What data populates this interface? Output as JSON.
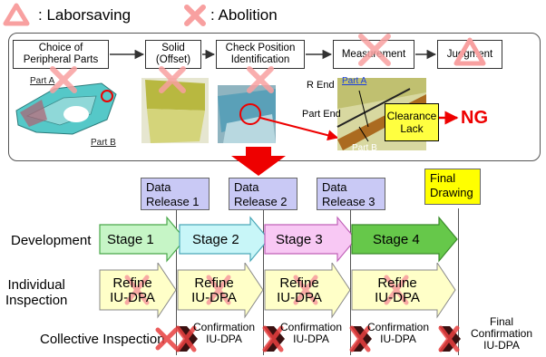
{
  "legend": {
    "laborsaving_label": ": Laborsaving",
    "abolition_label": ": Abolition",
    "triangle_color": "#f8a0a0",
    "cross_color": "#f8a0a0"
  },
  "process": {
    "steps": [
      "Choice of\nPeripheral Parts",
      "Solid\n(Offset)",
      "Check Position\nIdentification",
      "Measurement",
      "Judgment"
    ],
    "part_a": "Part A",
    "part_b": "Part B",
    "r_end": "R End",
    "part_end": "Part End",
    "photo_part_a": "Part A",
    "photo_part_b": "Part B",
    "clearance": "Clearance\nLack",
    "ng": "NG"
  },
  "releases": [
    "Data\nRelease 1",
    "Data\nRelease 2",
    "Data\nRelease 3"
  ],
  "final_drawing": "Final\nDrawing",
  "rows": {
    "development": "Development",
    "individual": "Individual\nInspection",
    "collective": "Collective  Inspection"
  },
  "stages": [
    "Stage 1",
    "Stage 2",
    "Stage 3",
    "Stage 4"
  ],
  "stage_colors": [
    "#c6f5c6",
    "#c8f6f8",
    "#f8c8f4",
    "#66c84a"
  ],
  "refine": "Refine\nIU-DPA",
  "confirmation": "Confirmation\nIU-DPA",
  "final_confirmation": "Final\nConfirmation\nIU-DPA"
}
